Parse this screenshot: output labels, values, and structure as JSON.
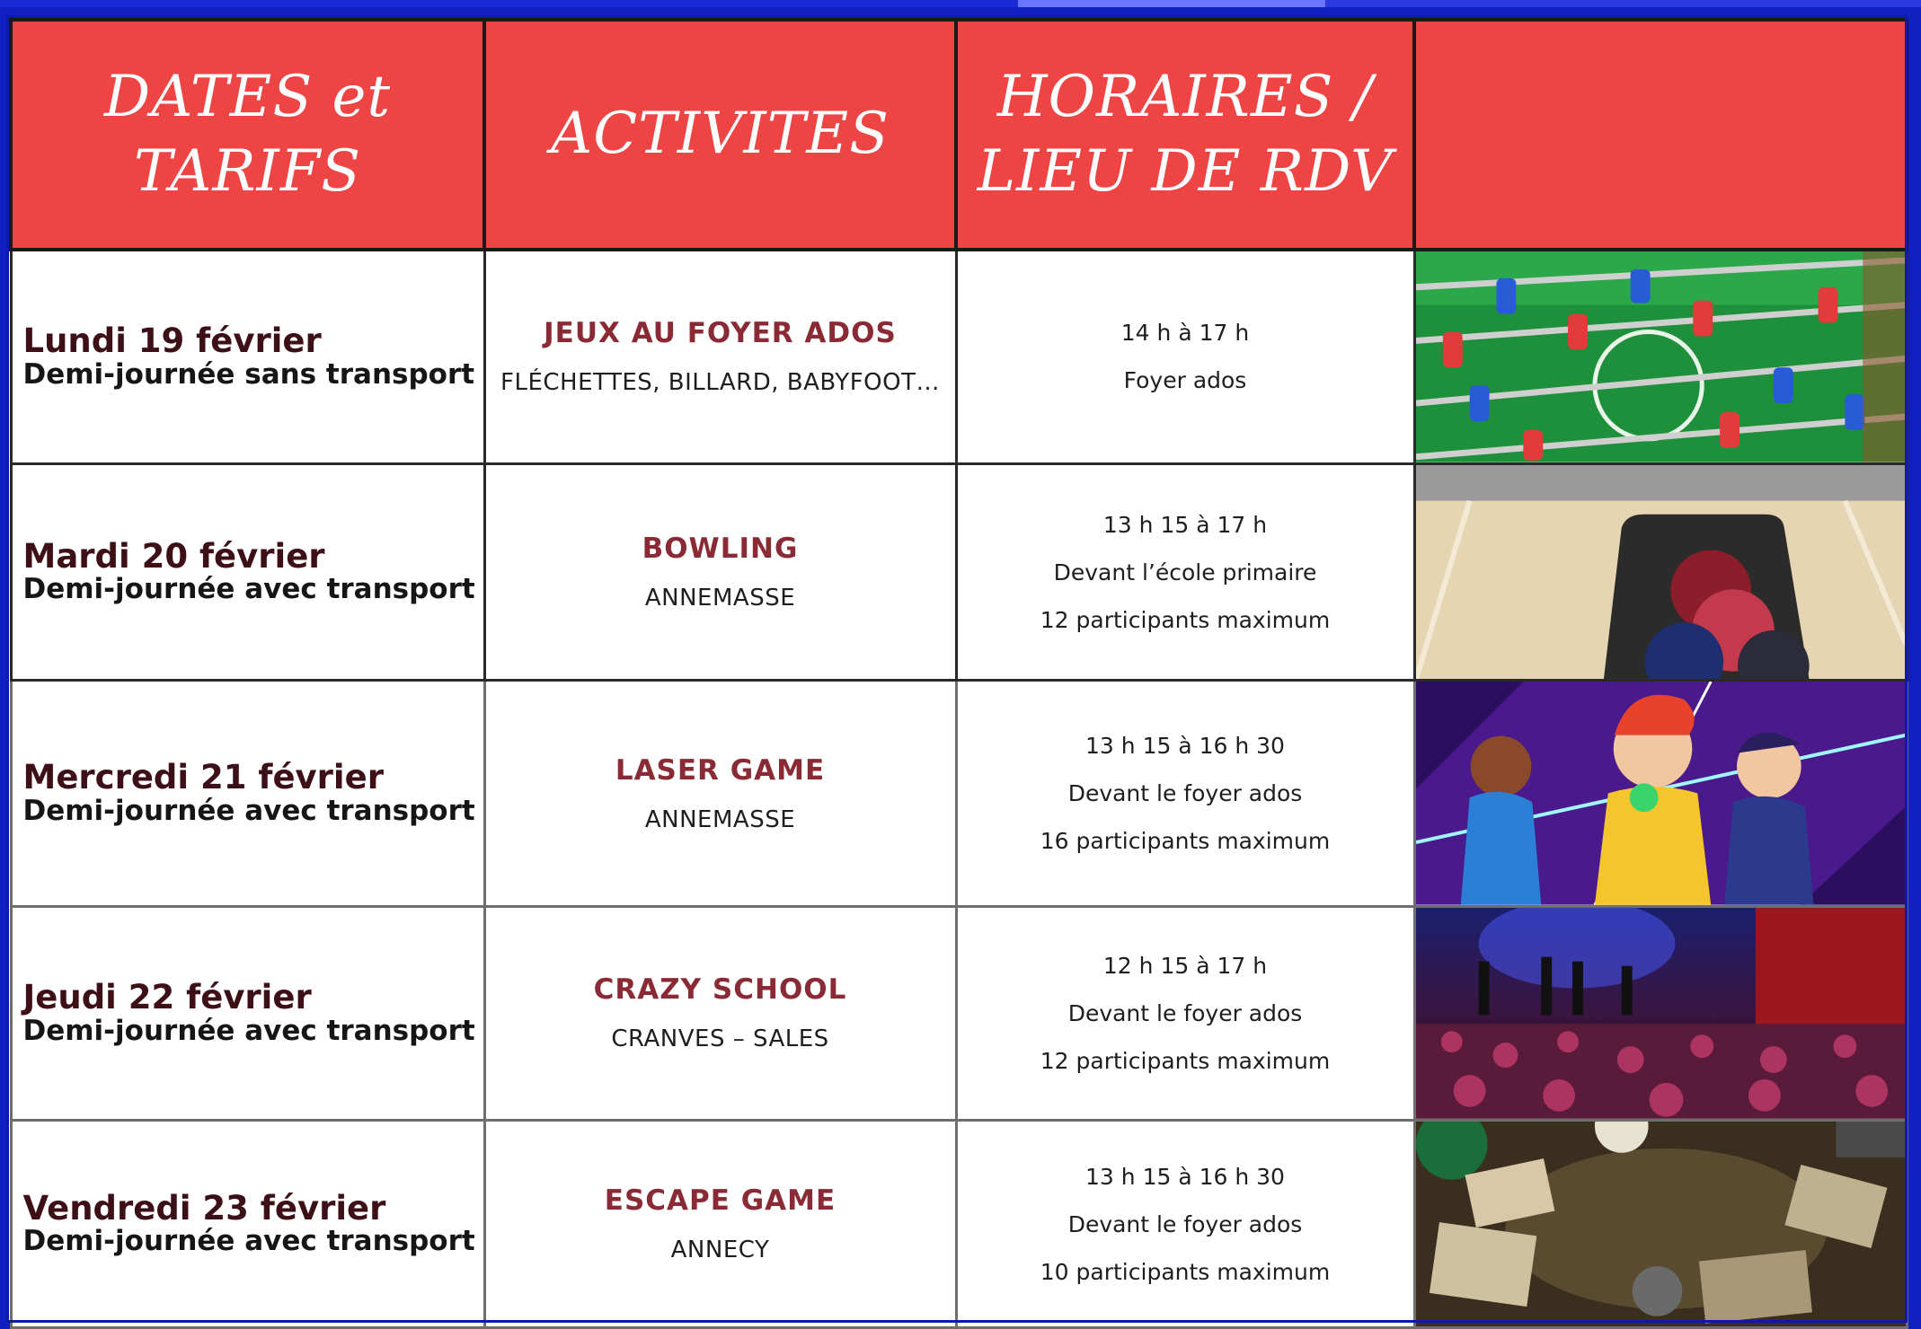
{
  "headers": {
    "dates": "DATES et TARIFS",
    "activities": "ACTIVITES",
    "schedule_line1": "HORAIRES /",
    "schedule_line2": "LIEU DE RDV",
    "image_col": ""
  },
  "colors": {
    "header_bg": "#ef4444",
    "border_blue": "#0f1fc0",
    "day_text": "#3d0f17",
    "activity_title": "#8a2a35"
  },
  "rows": [
    {
      "day": "Lundi 19 février",
      "subtitle": "Demi-journée sans transport",
      "activity": "JEUX AU FOYER ADOS",
      "place": "FLÉCHETTES, BILLARD, BABYFOOT…",
      "time": "14 h à 17 h",
      "meeting": "Foyer ados",
      "capacity": "",
      "image": "foosball-photo"
    },
    {
      "day": "Mardi 20 février",
      "subtitle": "Demi-journée avec transport",
      "activity": "BOWLING",
      "place": "ANNEMASSE",
      "time": "13 h 15 à 17 h",
      "meeting": "Devant l’école primaire",
      "capacity": "12 participants maximum",
      "image": "bowling-photo"
    },
    {
      "day": "Mercredi 21 février",
      "subtitle": "Demi-journée avec transport",
      "activity": "LASER GAME",
      "place": "ANNEMASSE",
      "time": "13 h 15 à 16 h 30",
      "meeting": "Devant le foyer ados",
      "capacity": "16 participants maximum",
      "image": "laser-game-illustration"
    },
    {
      "day": "Jeudi 22 février",
      "subtitle": "Demi-journée avec transport",
      "activity": "CRAZY SCHOOL",
      "place": "CRANVES – SALES",
      "time": "12 h 15 à 17 h",
      "meeting": "Devant le foyer ados",
      "capacity": "12 participants maximum",
      "image": "ball-pit-photo"
    },
    {
      "day": "Vendredi 23 février",
      "subtitle": "Demi-journée avec transport",
      "activity": "ESCAPE GAME",
      "place": "ANNECY",
      "time": "13 h 15 à 16 h 30",
      "meeting": "Devant le foyer ados",
      "capacity": "10 participants maximum",
      "image": "escape-game-photo"
    }
  ]
}
